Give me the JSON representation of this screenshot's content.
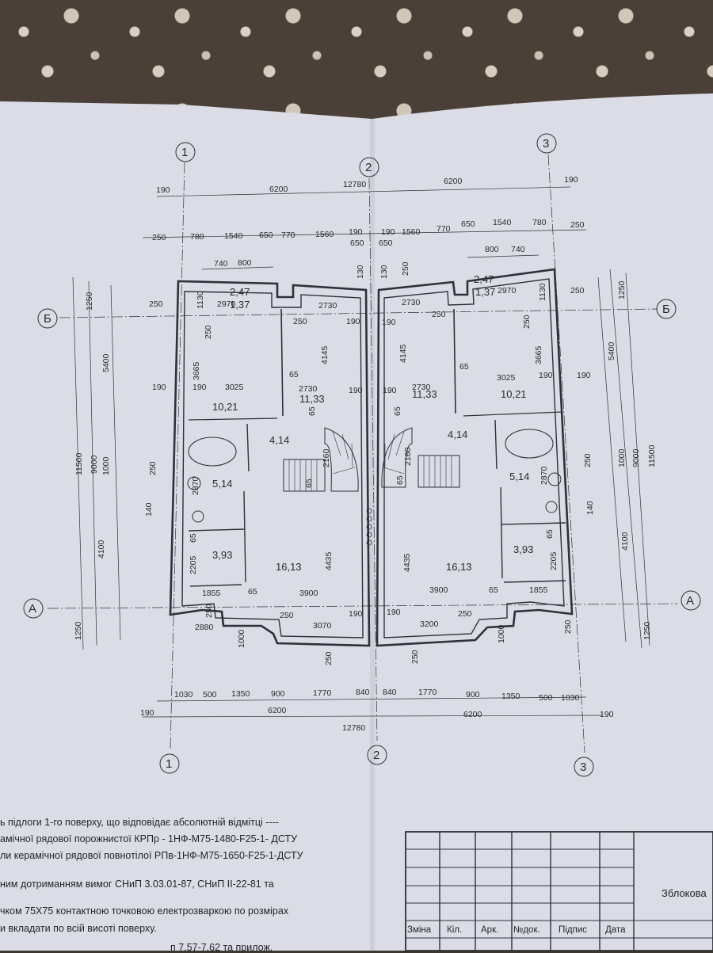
{
  "plan": {
    "axes": {
      "a1": "1",
      "a2": "2",
      "a3": "3",
      "rowB": "Б",
      "rowA": "А"
    },
    "rooms": {
      "left": {
        "balcony_a": "2,47",
        "balcony_b": "1,37",
        "bedroom": "10,21",
        "hall": "11,33",
        "bath": "4,14",
        "wc": "5,14",
        "store": "3,93",
        "living": "16,13"
      },
      "right": {
        "balcony_a": "2,47",
        "balcony_b": "1,37",
        "bedroom": "10,21",
        "hall": "11,33",
        "bath": "4,14",
        "wc": "5,14",
        "store": "3,93",
        "living": "16,13"
      }
    },
    "dims": {
      "top_overall": "12780",
      "top_left_half": "6200",
      "top_right_half": "6200",
      "top_left_190": "190",
      "top_right_190": "190",
      "row2": [
        "250",
        "780",
        "1540",
        "650",
        "770",
        "1560",
        "190",
        "650",
        "190",
        "650",
        "1560",
        "770",
        "650",
        "1540",
        "780",
        "250"
      ],
      "row3_left": [
        "740",
        "800"
      ],
      "row3_right": [
        "800",
        "740"
      ],
      "bottom_overall": "12780",
      "bottom_left_half": "6200",
      "bottom_right_half": "6200",
      "bottom_190_left": "190",
      "bottom_190_right": "190",
      "bottom_row": [
        "1030",
        "500",
        "1350",
        "900",
        "1770",
        "840",
        "840",
        "1770",
        "900",
        "1350",
        "500",
        "1030"
      ],
      "left_outer": "11500",
      "left_9000": "9000",
      "left_1250_top": "1250",
      "left_1250_bottom": "1250",
      "left_5400": "5400",
      "left_1000": "1000",
      "left_4100": "4100",
      "left_3665": "3665",
      "left_1130": "1130",
      "left_250a": "250",
      "left_250b": "250",
      "left_140": "140",
      "right_outer": "11500",
      "right_9000": "9000",
      "right_1250_top": "1250",
      "right_1250_bottom": "1250",
      "right_5400": "5400",
      "right_1000": "1000",
      "right_4100": "4100",
      "right_3665": "3665",
      "right_1130": "1130",
      "right_250a": "250",
      "right_250b": "250",
      "right_140": "140",
      "inner": {
        "l_2970": "2970",
        "l_250_b": "250",
        "l_2730_a": "2730",
        "l_250_c": "250",
        "l_190_d": "190",
        "l_4145": "4145",
        "l_65_a": "65",
        "l_190_e": "190",
        "l_190_f": "190",
        "l_3025": "3025",
        "l_2730_b": "2730",
        "l_190_g": "190",
        "l_65_b": "65",
        "l_2160": "2160",
        "l_65_c": "65",
        "l_2870": "2870",
        "l_65_d": "65",
        "l_2205": "2205",
        "l_4435": "4435",
        "l_1855": "1855",
        "l_65_e": "65",
        "l_3900": "3900",
        "l_2880": "2880",
        "l_250_h": "250",
        "l_1000": "1000",
        "l_3070": "3070",
        "l_190_i": "190",
        "l_250_j": "250",
        "l_130": "130",
        "l_250_k": "250",
        "r_2970": "2970",
        "r_250_b": "250",
        "r_2730_a": "2730",
        "r_250_c": "250",
        "r_190_d": "190",
        "r_4145": "4145",
        "r_65_a": "65",
        "r_190_e": "190",
        "r_190_f": "190",
        "r_3025": "3025",
        "r_2730_b": "2730",
        "r_190_g": "190",
        "r_65_b": "65",
        "r_2160": "2160",
        "r_65_c": "65",
        "r_2870": "2870",
        "r_65_d": "65",
        "r_2205": "2205",
        "r_4435": "4435",
        "r_1855": "1855",
        "r_65_e": "65",
        "r_3900": "3900",
        "r_250_h": "250",
        "r_1000": "1000",
        "r_3200": "3200",
        "r_190_i": "190",
        "r_250_j": "250",
        "r_130": "130",
        "r_250_k": "250",
        "r_250_l": "250"
      }
    }
  },
  "notes": [
    "ь підлоги 1-го поверху, що відповідає абсолютній відмітці ----",
    "амічної рядової порожнистої КРПр - 1НФ-М75-1480-F25-1- ДСТУ",
    "ли керамічної рядової повнотілої РПв-1НФ-М75-1650-F25-1-ДСТУ",
    "ним дотриманням вимог СНиП 3.03.01-87, СНиП ІІ-22-81 та",
    "чком 75Х75 контактною точковою електрозваркою по розмірах",
    "и вкладати по всій висоті поверху.",
    "п 7.57-7.62 та прилож."
  ],
  "stamp": {
    "title": "Зблокова",
    "headers": [
      "Зміна",
      "Кіл.",
      "Арк.",
      "№док.",
      "Підпис",
      "Дата"
    ]
  }
}
